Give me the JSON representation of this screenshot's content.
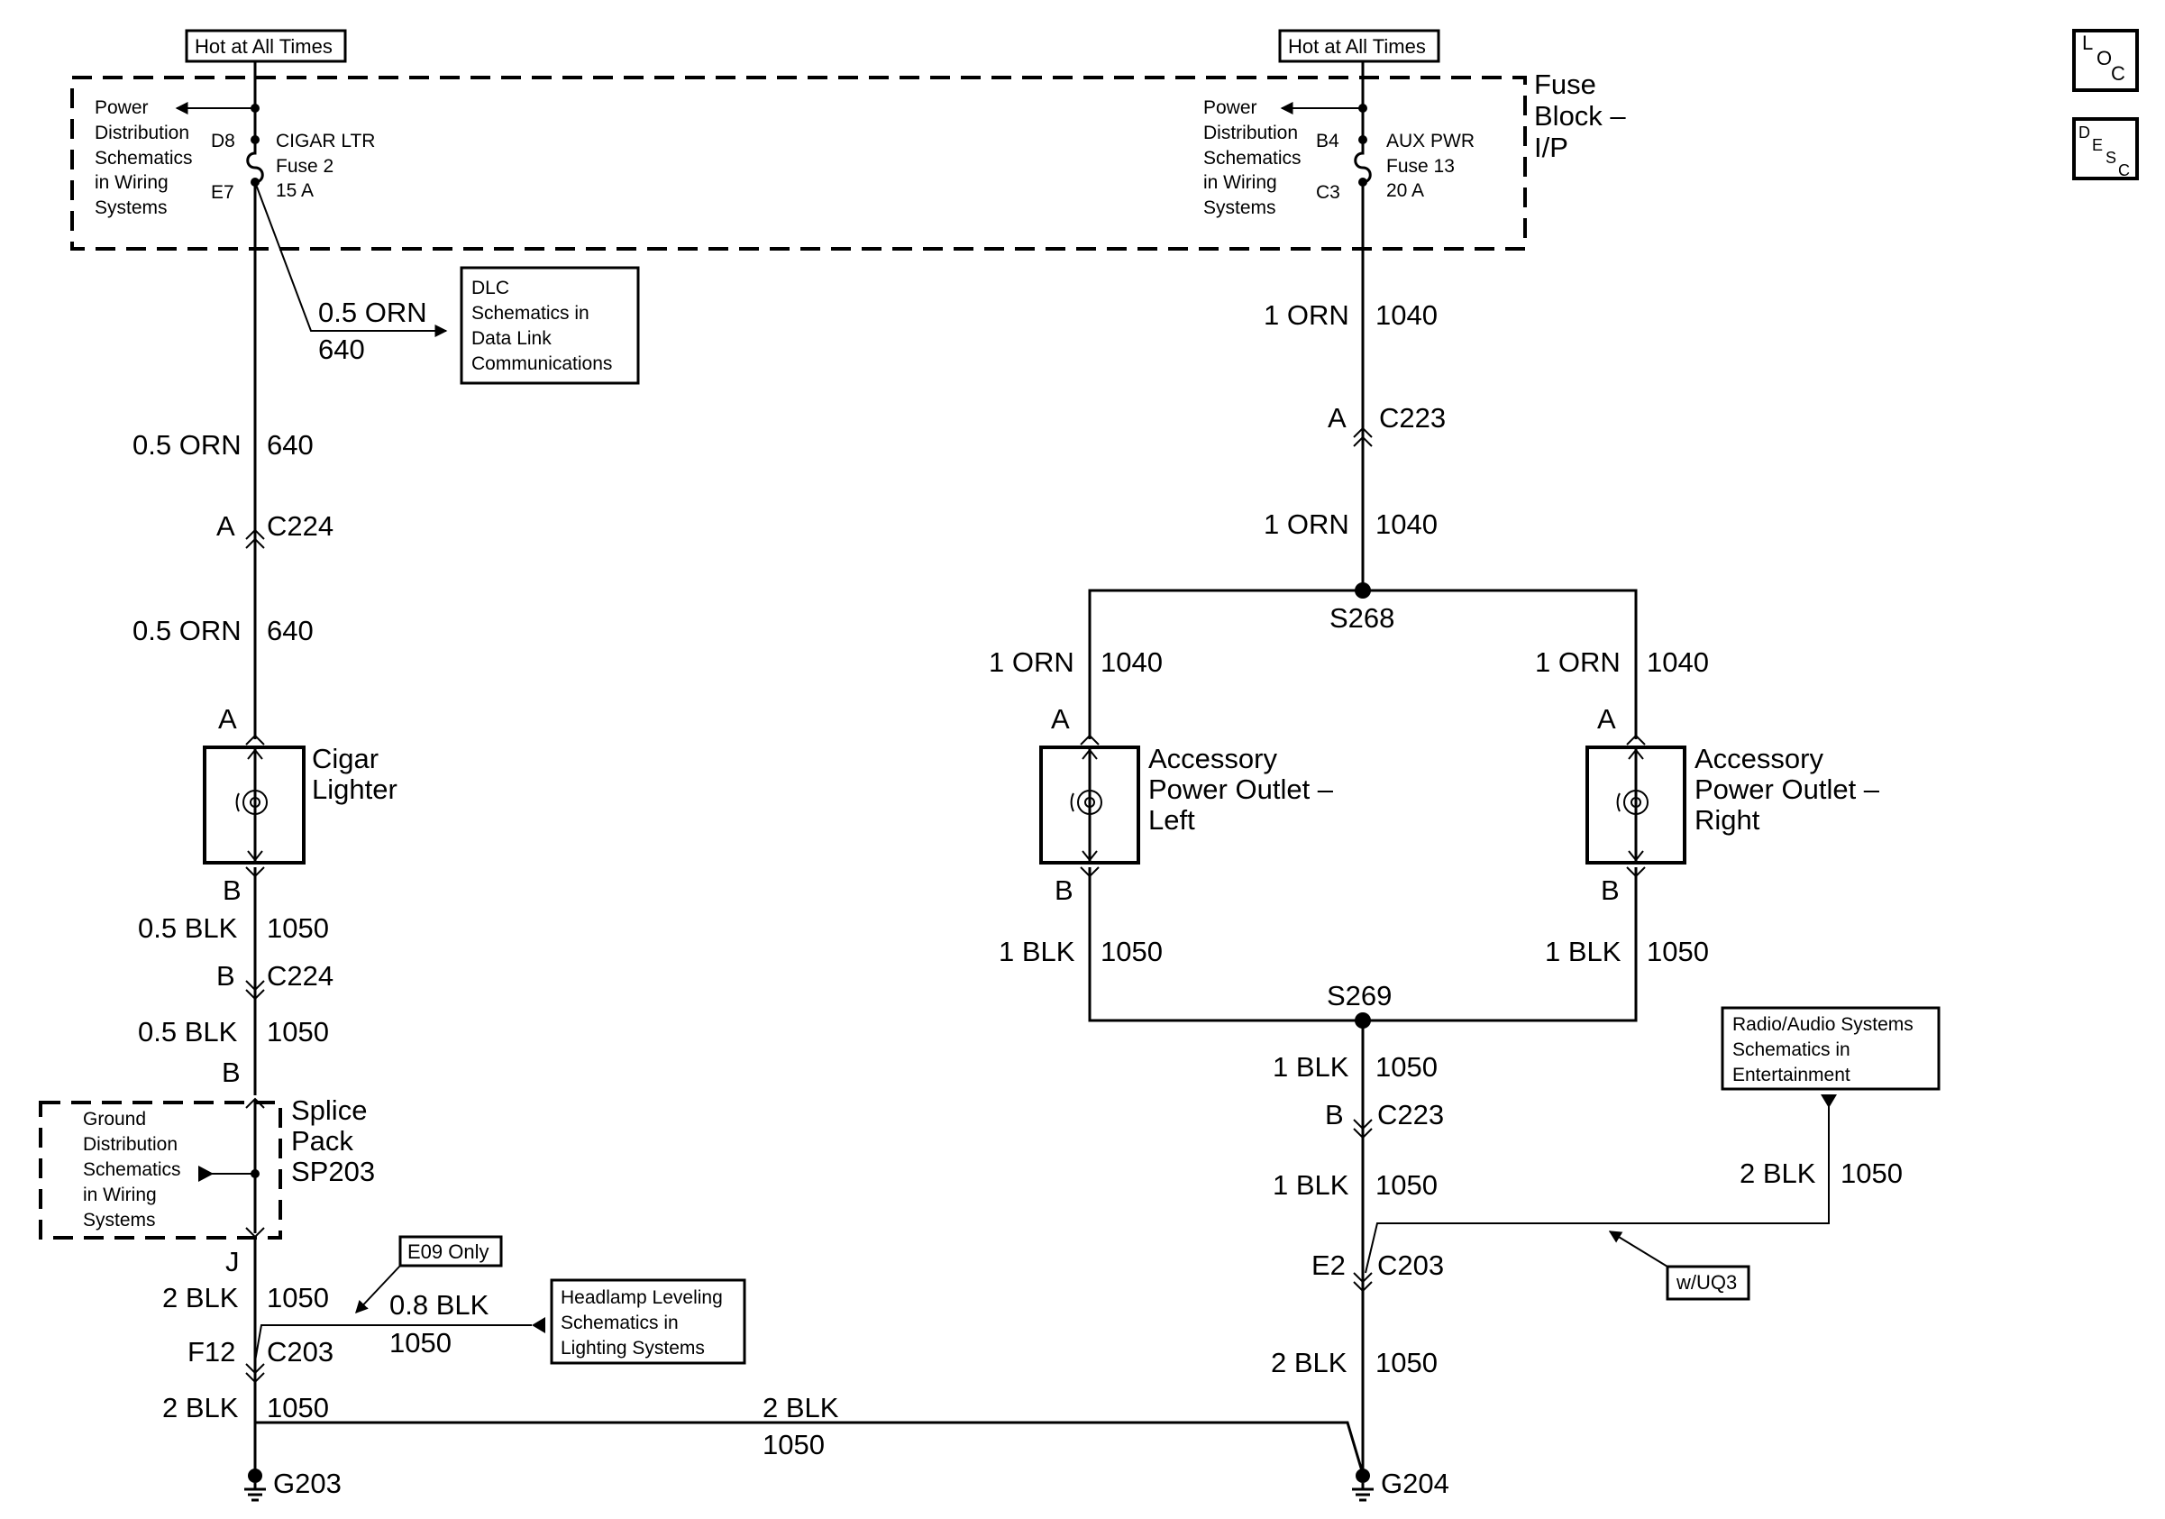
{
  "fuse_block": {
    "title_line1": "Fuse",
    "title_line2": "Block –",
    "title_line3": "I/P",
    "left": {
      "hot_label": "Hot at All Times",
      "pd_lines": [
        "Power",
        "Distribution",
        "Schematics",
        "in Wiring",
        "Systems"
      ],
      "pin_top": "D8",
      "pin_bottom": "E7",
      "fuse_name": "CIGAR LTR",
      "fuse_number": "Fuse 2",
      "fuse_rating": "15 A"
    },
    "right": {
      "hot_label": "Hot at All Times",
      "pd_lines": [
        "Power",
        "Distribution",
        "Schematics",
        "in Wiring",
        "Systems"
      ],
      "pin_top": "B4",
      "pin_bottom": "C3",
      "fuse_name": "AUX PWR",
      "fuse_number": "Fuse 13",
      "fuse_rating": "20 A"
    }
  },
  "reference_boxes": {
    "dlc": [
      "DLC",
      "Schematics in",
      "Data Link",
      "Communications"
    ],
    "radio": [
      "Radio/Audio Systems",
      "Schematics in",
      "Entertainment"
    ],
    "headlamp": [
      "Headlamp Leveling",
      "Schematics in",
      "Lighting Systems"
    ],
    "ground_dist": [
      "Ground",
      "Distribution",
      "Schematics",
      "in Wiring",
      "Systems"
    ],
    "e09_only": "E09 Only",
    "w_uq3": "w/UQ3"
  },
  "components": {
    "cigar_lighter": [
      "Cigar",
      "Lighter"
    ],
    "outlet_left": [
      "Accessory",
      "Power Outlet –",
      "Left"
    ],
    "outlet_right": [
      "Accessory",
      "Power Outlet –",
      "Right"
    ],
    "splice_pack": [
      "Splice",
      "Pack",
      "SP203"
    ]
  },
  "wires": {
    "w_05orn": "0.5 ORN",
    "w_640": "640",
    "w_1orn": "1 ORN",
    "w_1040": "1040",
    "w_05blk": "0.5 BLK",
    "w_1blk": "1 BLK",
    "w_2blk": "2 BLK",
    "w_08blk": "0.8 BLK",
    "w_1050": "1050"
  },
  "connectors": {
    "c223": "C223",
    "c224": "C224",
    "c203": "C203",
    "pin_a": "A",
    "pin_b": "B",
    "pin_j": "J",
    "pin_f12": "F12",
    "pin_e2": "E2"
  },
  "splices": {
    "s268": "S268",
    "s269": "S269"
  },
  "grounds": {
    "g203": "G203",
    "g204": "G204"
  },
  "icons": {
    "loc": [
      "L",
      "O",
      "C"
    ],
    "desc": [
      "D",
      "E",
      "S",
      "C"
    ]
  }
}
